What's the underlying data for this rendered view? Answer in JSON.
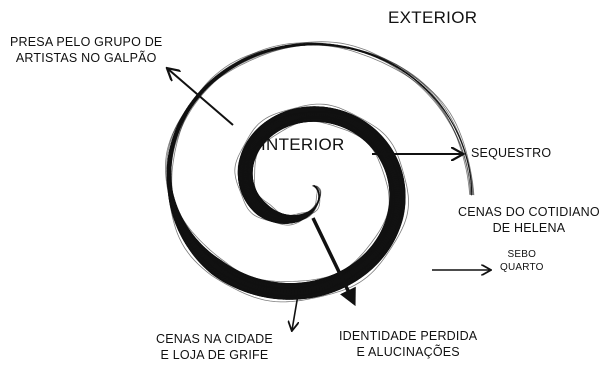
{
  "labels": {
    "exterior": "EXTERIOR",
    "interior": "INTERIOR",
    "presa": [
      "PRESA PELO GRUPO DE",
      "ARTISTAS NO GALPÃO"
    ],
    "sequestro": "SEQUESTRO",
    "cotidiano": [
      "CENAS DO COTIDIANO",
      "DE HELENA"
    ],
    "sebo": [
      "SEBO",
      "QUARTO"
    ],
    "cidade": [
      "CENAS NA CIDADE",
      "E LOJA DE GRIFE"
    ],
    "identidade": [
      "IDENTIDADE PERDIDA",
      "E ALUCINAÇÕES"
    ]
  },
  "colors": {
    "ink": "#111111",
    "background": "#ffffff"
  }
}
